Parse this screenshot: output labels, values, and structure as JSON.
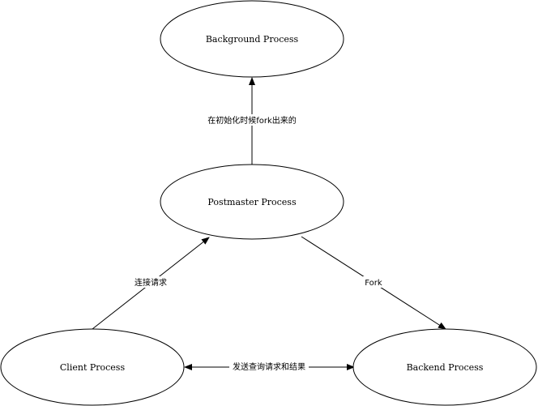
{
  "nodes": {
    "background": {
      "label": "Background Process"
    },
    "postmaster": {
      "label": "Postmaster Process"
    },
    "client": {
      "label": "Client Process"
    },
    "backend": {
      "label": "Backend Process"
    }
  },
  "edges": {
    "postmaster_to_background": {
      "label": "在初始化时候fork出来的"
    },
    "client_to_postmaster": {
      "label": "连接请求"
    },
    "postmaster_to_backend": {
      "label": "Fork"
    },
    "client_backend": {
      "label": "发送查询请求和结果"
    }
  },
  "colors": {
    "stroke": "#000000",
    "background": "#ffffff"
  }
}
